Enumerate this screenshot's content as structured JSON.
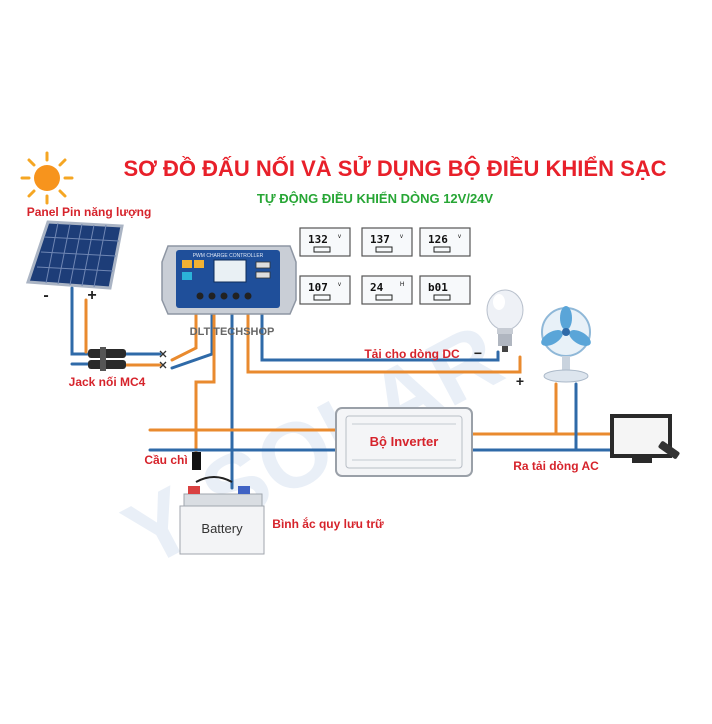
{
  "title": "SƠ ĐỒ ĐẤU NỐI VÀ SỬ DỤNG BỘ ĐIỀU KHIỂN SẠC",
  "subtitle": "TỰ ĐỘNG ĐIỀU KHIỂN DÒNG 12V/24V",
  "watermark": "DLT TECHSHOP",
  "background_watermark": "Y-SOLAR",
  "colors": {
    "title_red": "#e8202a",
    "subtitle_green": "#27a635",
    "label_red": "#d6232b",
    "wire_orange": "#e98a2e",
    "wire_blue": "#2f6aa8",
    "controller_blue": "#1f4f9a",
    "panel_blue": "#1d3d78"
  },
  "components": {
    "panel": {
      "label": "Panel Pin năng lượng",
      "minus": "-",
      "plus": "+"
    },
    "mc4": {
      "label": "Jack nối MC4"
    },
    "controller": {
      "panel_text": "PWM CHARGE CONTROLLER"
    },
    "dc_load": {
      "label": "Tải cho dòng DC",
      "minus": "−",
      "plus": "+"
    },
    "inverter": {
      "label": "Bộ Inverter"
    },
    "ac_load": {
      "label": "Ra tải dòng AC"
    },
    "fuse": {
      "label": "Cầu chì"
    },
    "battery": {
      "label": "Battery",
      "caption": "Bình ắc quy lưu trữ"
    }
  },
  "displays": [
    {
      "value": "132",
      "unit": "v"
    },
    {
      "value": "137",
      "unit": "v"
    },
    {
      "value": "126",
      "unit": "v"
    },
    {
      "value": "107",
      "unit": "v"
    },
    {
      "value": "24",
      "unit": "H"
    },
    {
      "value": "b01",
      "unit": ""
    }
  ]
}
